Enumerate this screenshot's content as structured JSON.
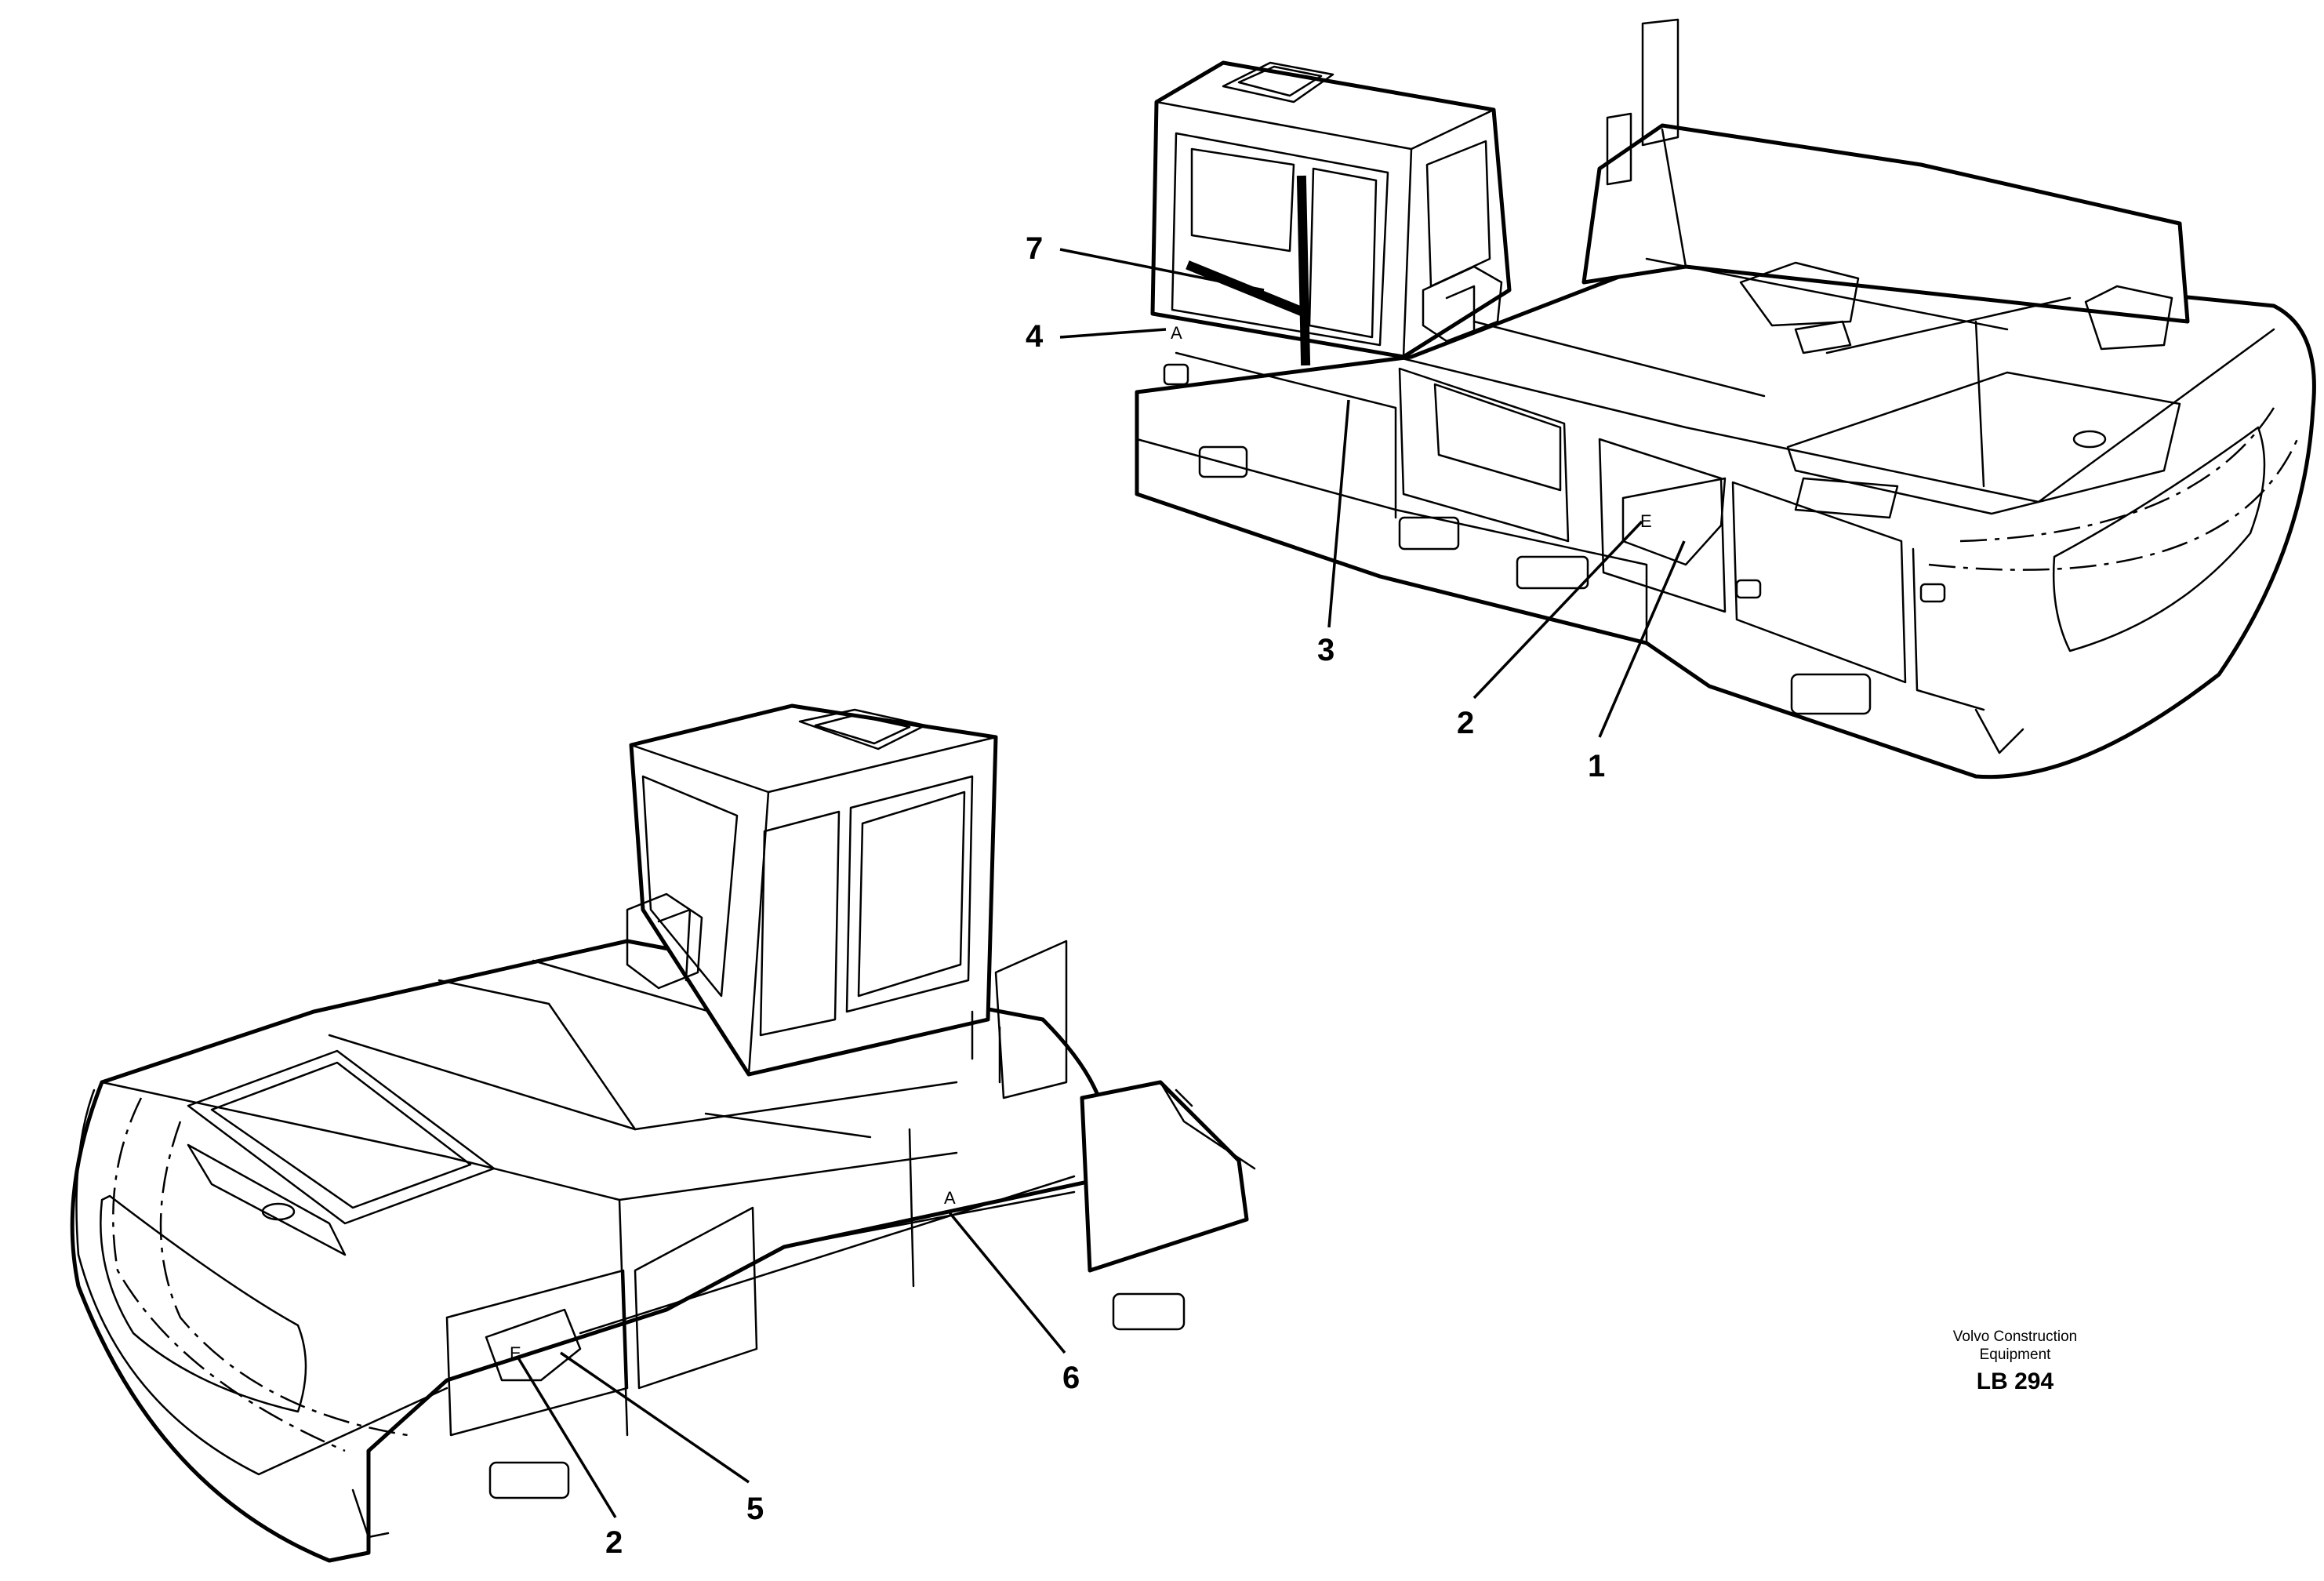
{
  "callouts": {
    "c1": "1",
    "c2a": "2",
    "c2b": "2",
    "c3": "3",
    "c4": "4",
    "c5": "5",
    "c6": "6",
    "c7": "7"
  },
  "decals": {
    "e_letter": "E",
    "a_letter": "A"
  },
  "credit": {
    "line1": "Volvo Construction",
    "line2": "Equipment",
    "code": "LB 294"
  }
}
